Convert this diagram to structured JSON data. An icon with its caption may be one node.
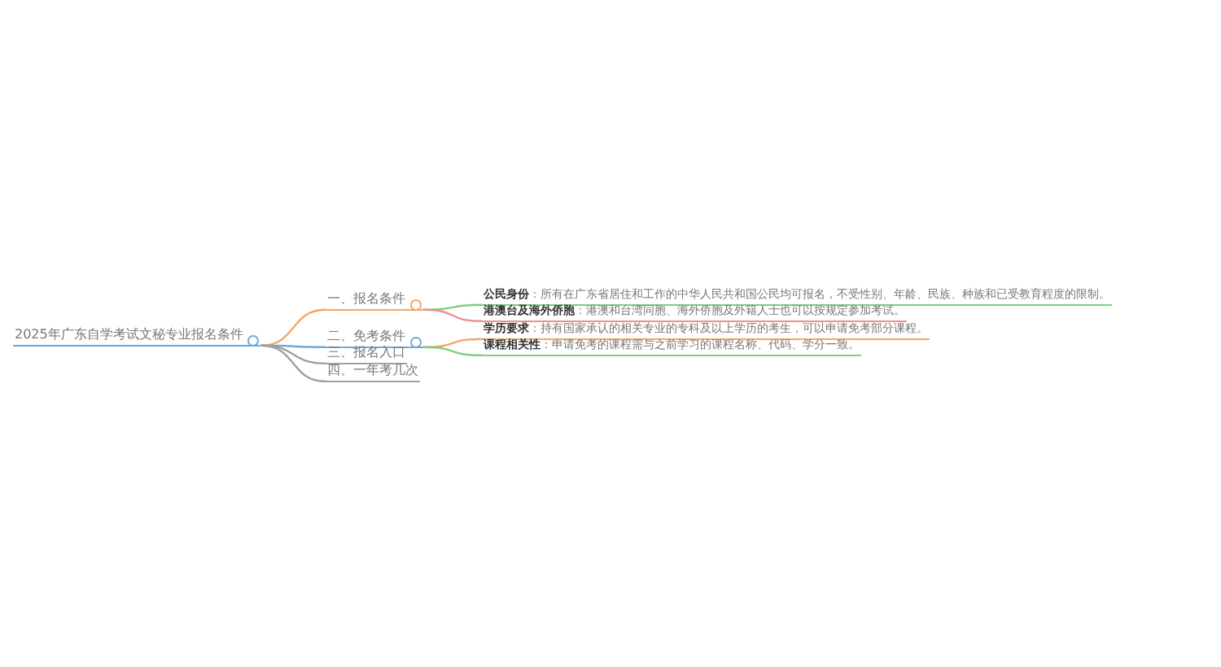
{
  "diagram": {
    "nodes": [
      {
        "text": [
          "2025年广东自学考试文秘专业报名条件"
        ]
      },
      {
        "text": [
          "一、报名条件"
        ]
      },
      {
        "text": [
          "二、免考条件"
        ]
      },
      {
        "text": [
          "三、报名入口"
        ]
      },
      {
        "text": [
          "四、一年考几次"
        ]
      },
      {
        "text": [
          "**公民身份**：所有在广东省居住和工作的中华人民共和国公民均可报名，不受性别、年龄、民族、种族和已受教育程度的限制。"
        ]
      },
      {
        "text": [
          "**港澳台及海外侨胞**：港澳和台湾同胞、海外侨胞及外籍人士也可以按规定参加考试。"
        ]
      },
      {
        "text": [
          "**学历要求**：持有国家承认的相关专业的专科及以上学历的考生，可以申请免考部分课程。"
        ]
      },
      {
        "text": [
          "**课程相关性**：申请免考的课程需与之前学习的课程名称、代码、学分一致。"
        ]
      }
    ],
    "edges": [
      {
        "from": 0,
        "to": 1,
        "arrow": "none",
        "color": "#f5a663"
      },
      {
        "from": 0,
        "to": 2,
        "arrow": "none",
        "color": "#6fa8dc"
      },
      {
        "from": 0,
        "to": 3,
        "arrow": "none",
        "color": "#a0a0a0"
      },
      {
        "from": 0,
        "to": 4,
        "arrow": "none",
        "color": "#a0a0a0"
      },
      {
        "from": 1,
        "to": 5,
        "arrow": "none",
        "color": "#7fcf7f"
      },
      {
        "from": 1,
        "to": 6,
        "arrow": "none",
        "color": "#ef8f8f"
      },
      {
        "from": 2,
        "to": 7,
        "arrow": "none",
        "color": "#f5a663"
      },
      {
        "from": 2,
        "to": 8,
        "arrow": "none",
        "color": "#7fcf7f"
      }
    ]
  }
}
